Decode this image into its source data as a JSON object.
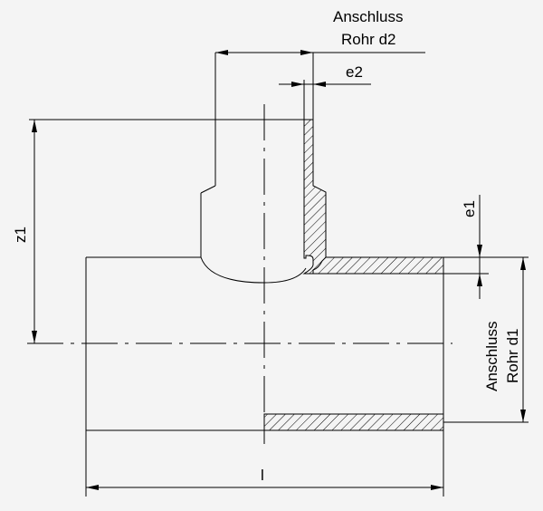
{
  "labels": {
    "d2_line1": "Anschluss",
    "d2_line2": "Rohr d2",
    "e2": "e2",
    "e1": "e1",
    "z1": "z1",
    "d1_line1": "Anschluss",
    "d1_line2": "Rohr d1",
    "l": "l"
  }
}
